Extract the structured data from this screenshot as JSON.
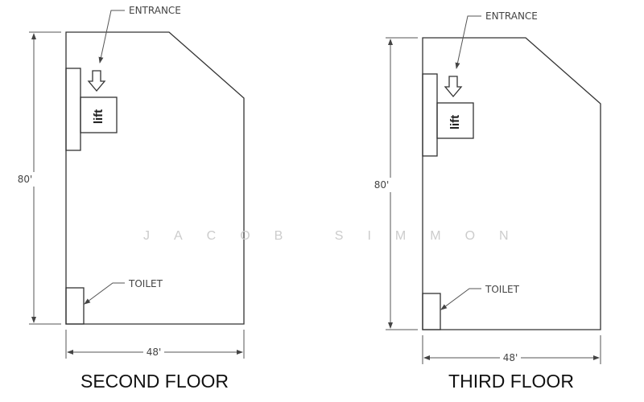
{
  "watermark": "JACOB SIMMON",
  "floors": [
    {
      "title": "SECOND FLOOR",
      "entrance_label": "ENTRANCE",
      "toilet_label": "TOILET",
      "height_label": "80'",
      "width_label": "48'",
      "lift_label": "lift"
    },
    {
      "title": "THIRD FLOOR",
      "entrance_label": "ENTRANCE",
      "toilet_label": "TOILET",
      "height_label": "80'",
      "width_label": "48'",
      "lift_label": "lift"
    }
  ]
}
